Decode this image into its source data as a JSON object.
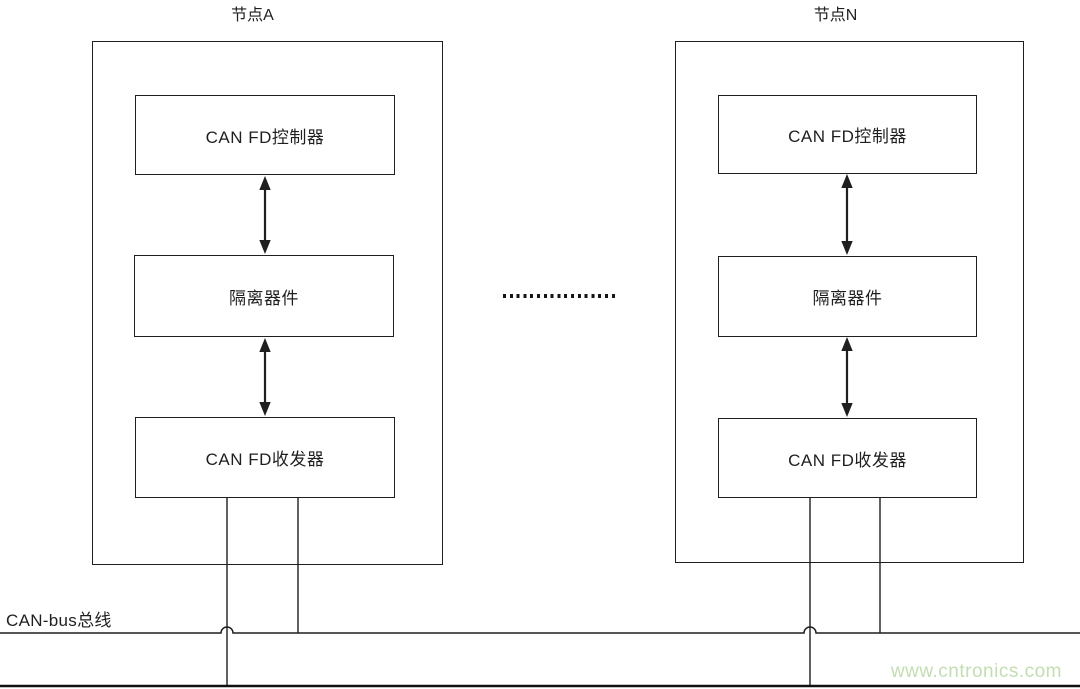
{
  "diagram": {
    "nodes": [
      {
        "title": "节点A",
        "blocks": [
          "CAN FD控制器",
          "隔离器件",
          "CAN FD收发器"
        ]
      },
      {
        "title": "节点N",
        "blocks": [
          "CAN FD控制器",
          "隔离器件",
          "CAN FD收发器"
        ]
      }
    ],
    "bus_label": "CAN-bus总线",
    "watermark": "www.cntronics.com",
    "colors": {
      "line": "#1f1f1f",
      "bus-lower": "#111111",
      "watermark": "#c4ddb2",
      "background": "#ffffff"
    }
  }
}
